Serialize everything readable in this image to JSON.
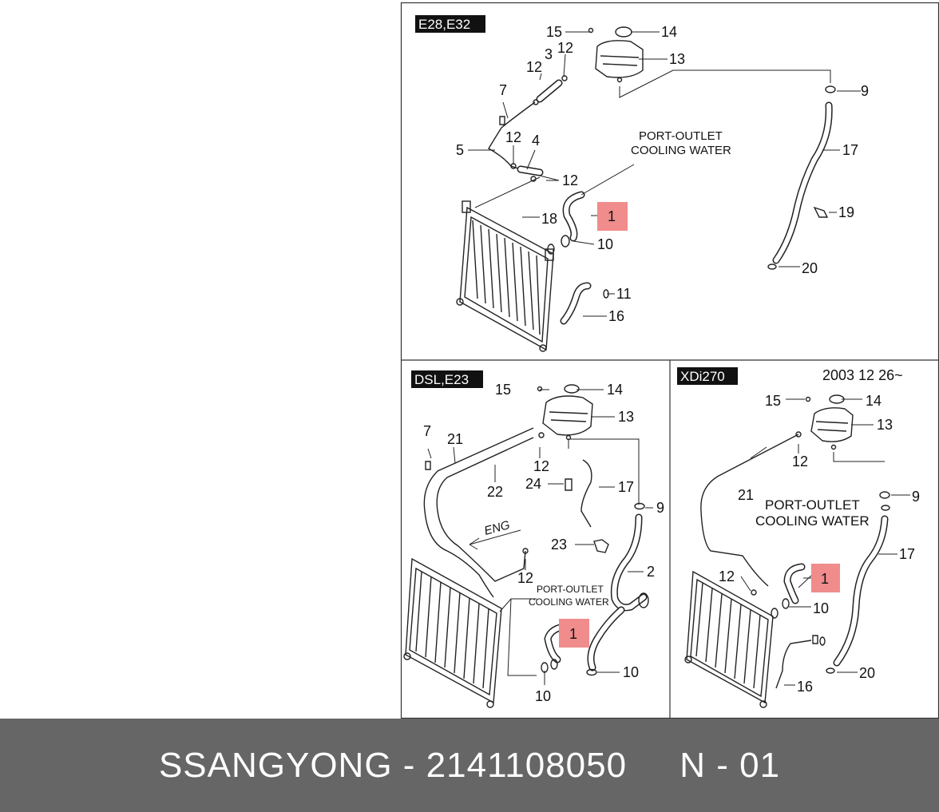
{
  "panels": {
    "top": {
      "tag": "E28,E32",
      "note": "PORT-OUTLET COOLING WATER",
      "note_line1": "PORT-OUTLET",
      "note_line2": "COOLING WATER",
      "callouts": [
        "15",
        "14",
        "12",
        "13",
        "12",
        "3",
        "7",
        "9",
        "12",
        "5",
        "4",
        "17",
        "12",
        "1",
        "18",
        "19",
        "10",
        "11",
        "16",
        "20"
      ]
    },
    "bottom_left": {
      "tag": "DSL,E23",
      "engine_label": "ENG",
      "note_line1": "PORT-OUTLET",
      "note_line2": "COOLING WATER",
      "callouts": [
        "15",
        "14",
        "13",
        "7",
        "21",
        "12",
        "22",
        "24",
        "17",
        "9",
        "23",
        "2",
        "12",
        "1",
        "10",
        "10"
      ]
    },
    "bottom_right": {
      "tag": "XDi270",
      "date_note": "2003 12 26~",
      "note_line1": "PORT-OUTLET",
      "note_line2": "COOLING WATER",
      "callouts": [
        "15",
        "14",
        "13",
        "12",
        "21",
        "9",
        "17",
        "1",
        "12",
        "10",
        "16",
        "20"
      ]
    }
  },
  "highlight_part": "1",
  "highlight_color": "#f08c8c",
  "footer": {
    "brand": "SSANGYONG",
    "separator": " - ",
    "part_number": "2141108050",
    "sheet": "N - 01",
    "text": "SSANGYONG - 2141108050     N - 01"
  },
  "colors": {
    "footer_bg": "#666666",
    "tag_bg": "#111111",
    "frame": "#333333"
  }
}
